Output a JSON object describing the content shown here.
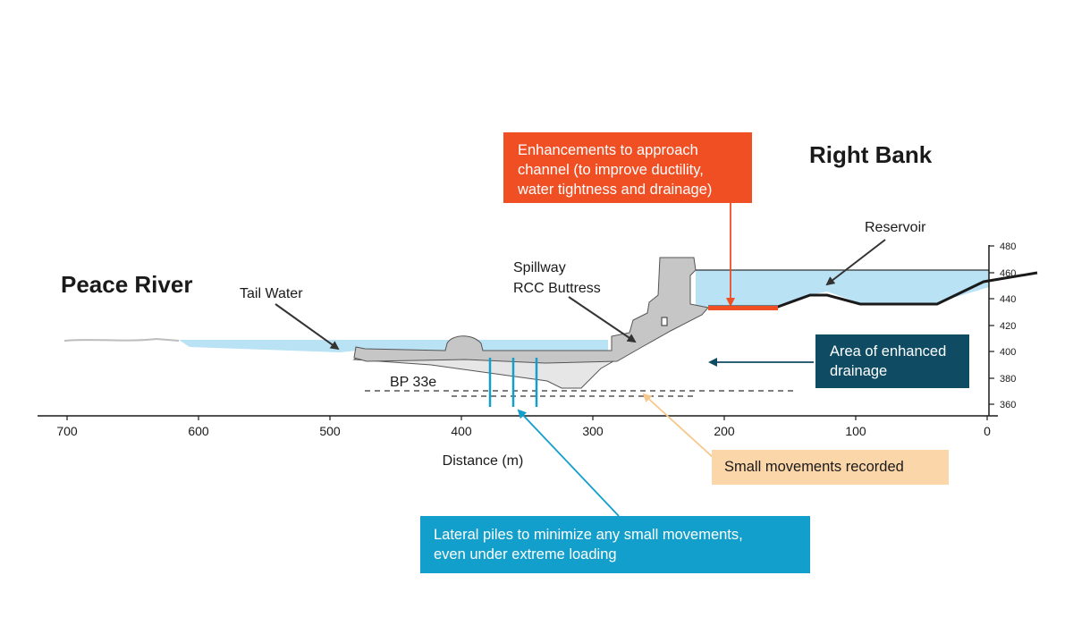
{
  "colors": {
    "water": "#b9e2f5",
    "structure": "#c6c6c6",
    "foundation": "#e6e6e6",
    "approach_callout": "#f04e23",
    "drainage_callout": "#0f4c63",
    "movements_callout": "#fbd6a8",
    "piles_callout": "#139fcb",
    "ground_line": "#1a1a1a",
    "movement_arrow": "#f7c88d"
  },
  "labels": {
    "peace_river": "Peace River",
    "right_bank": "Right Bank",
    "tail_water": "Tail Water",
    "reservoir": "Reservoir",
    "spillway_line1": "Spillway",
    "spillway_line2": "RCC Buttress",
    "bp": "BP 33e",
    "x_axis_title": "Distance (m)"
  },
  "x_axis": {
    "ticks": [
      "700",
      "600",
      "500",
      "400",
      "300",
      "200",
      "100",
      "0"
    ]
  },
  "y_axis": {
    "ticks": [
      "480",
      "460",
      "440",
      "420",
      "400",
      "380",
      "360"
    ]
  },
  "callouts": {
    "approach": [
      "Enhancements to approach",
      "channel (to improve ductility,",
      "water tightness and drainage)"
    ],
    "drainage": [
      "Area of enhanced",
      "drainage"
    ],
    "movements": [
      "Small movements recorded"
    ],
    "piles": [
      "Lateral piles to minimize any small movements,",
      "even under extreme loading"
    ]
  }
}
